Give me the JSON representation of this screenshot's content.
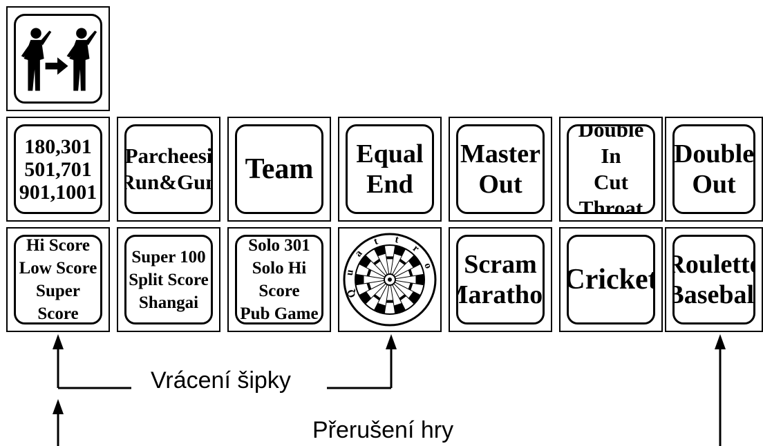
{
  "top_button": {
    "icon": "player-change-icon"
  },
  "row1": [
    {
      "label": "180,301\n501,701\n901,1001"
    },
    {
      "label": "Parcheesi\nRun&Gun"
    },
    {
      "label": "Team"
    },
    {
      "label": "Equal\nEnd"
    },
    {
      "label": "Master\nOut"
    },
    {
      "label": "Double In\nCut Throat"
    },
    {
      "label": "Double\nOut"
    }
  ],
  "row2": [
    {
      "label": "Hi Score\nLow Score\nSuper Score"
    },
    {
      "label": "Super 100\nSplit Score\nShangai"
    },
    {
      "label": "Solo 301\nSolo Hi Score\nPub Game"
    },
    {
      "logo": "quattro-dartboard-logo"
    },
    {
      "label": "Scram\nMarathon"
    },
    {
      "label": "Cricket"
    },
    {
      "label": "Roulette\nBaseball"
    }
  ],
  "annotations": {
    "return_darts": "Vrácení šipky",
    "game_interrupt": "Přerušení hry"
  },
  "logo_text": "Quattro"
}
